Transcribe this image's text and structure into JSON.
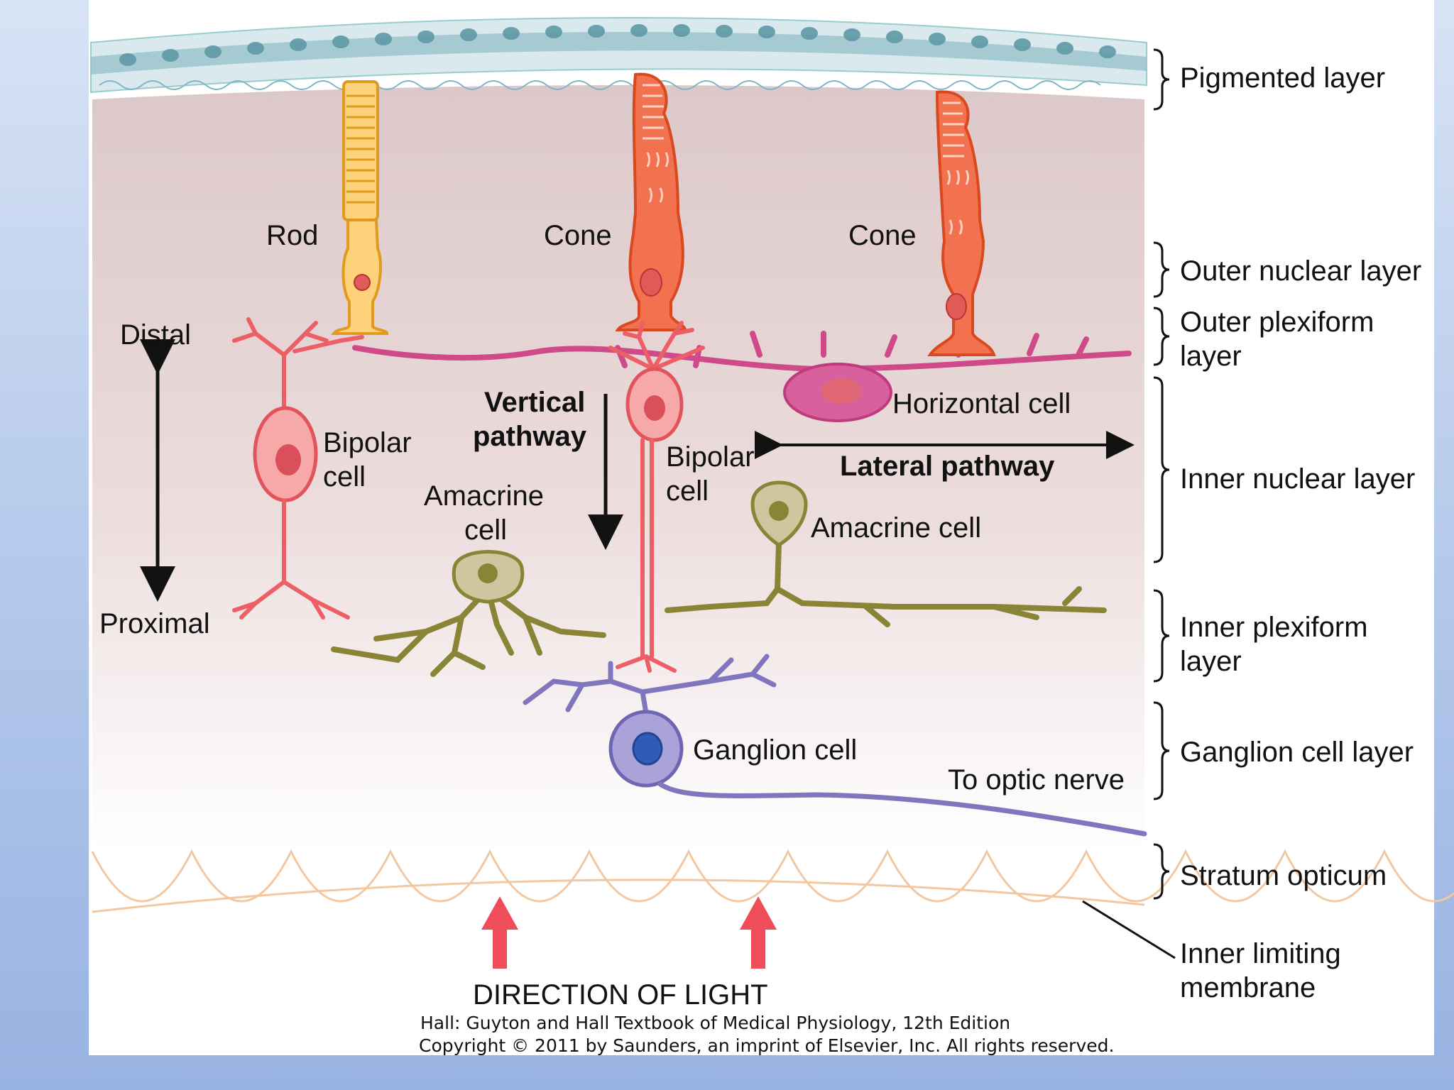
{
  "diagram": {
    "layers": {
      "pigmented": "Pigmented layer",
      "outer_nuclear": "Outer nuclear layer",
      "outer_plexiform_1": "Outer plexiform",
      "outer_plexiform_2": "layer",
      "inner_nuclear": "Inner nuclear layer",
      "inner_plexiform_1": "Inner plexiform",
      "inner_plexiform_2": "layer",
      "ganglion_cell_layer": "Ganglion cell layer",
      "stratum_opticum": "Stratum opticum",
      "inner_limiting_1": "Inner limiting",
      "inner_limiting_2": "membrane"
    },
    "cells": {
      "rod": "Rod",
      "cone_1": "Cone",
      "cone_2": "Cone",
      "bipolar_left_1": "Bipolar",
      "bipolar_left_2": "cell",
      "bipolar_mid_1": "Bipolar",
      "bipolar_mid_2": "cell",
      "amacrine_left_1": "Amacrine",
      "amacrine_left_2": "cell",
      "amacrine_right": "Amacrine cell",
      "horizontal": "Horizontal cell",
      "ganglion": "Ganglion cell",
      "optic_nerve": "To optic nerve"
    },
    "axis": {
      "distal": "Distal",
      "proximal": "Proximal"
    },
    "pathways": {
      "vertical_1": "Vertical",
      "vertical_2": "pathway",
      "lateral": "Lateral pathway"
    },
    "light": "DIRECTION OF LIGHT",
    "credit": {
      "line1": "Hall: Guyton and Hall Textbook of Medical Physiology, 12th Edition",
      "line2": "Copyright © 2011 by Saunders, an imprint of Elsevier, Inc. All rights reserved."
    }
  },
  "colors": {
    "rod": "#f6b23c",
    "cone": "#f26a4b",
    "bipolar": "#ec5f66",
    "horizontal": "#d04a8a",
    "amacrine": "#8a8536",
    "ganglion": "#7f76bd",
    "light_arrow": "#ee4d59"
  }
}
